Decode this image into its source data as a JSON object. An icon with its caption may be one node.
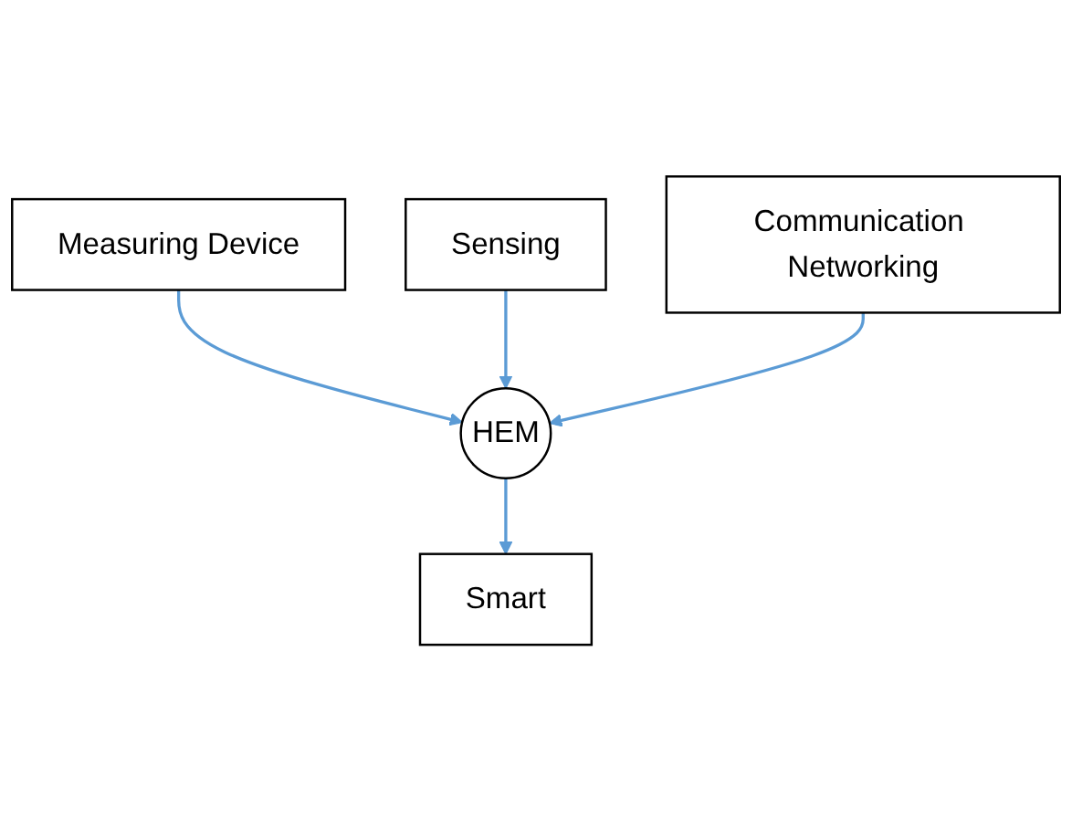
{
  "diagram": {
    "nodes": [
      {
        "text": [
          "Measuring Device"
        ]
      },
      {
        "text": [
          "Sensing"
        ]
      },
      {
        "text": [
          "HEM"
        ]
      },
      {
        "text": [
          "Smart"
        ]
      },
      {
        "text": [
          "Communication Networking"
        ]
      }
    ],
    "edges": [
      {
        "from": 0,
        "to": 2,
        "arrow": "to"
      },
      {
        "from": 1,
        "to": 2,
        "arrow": "to"
      },
      {
        "from": 2,
        "to": 3,
        "arrow": "to"
      },
      {
        "from": 4,
        "to": 2,
        "arrow": "to"
      }
    ]
  }
}
